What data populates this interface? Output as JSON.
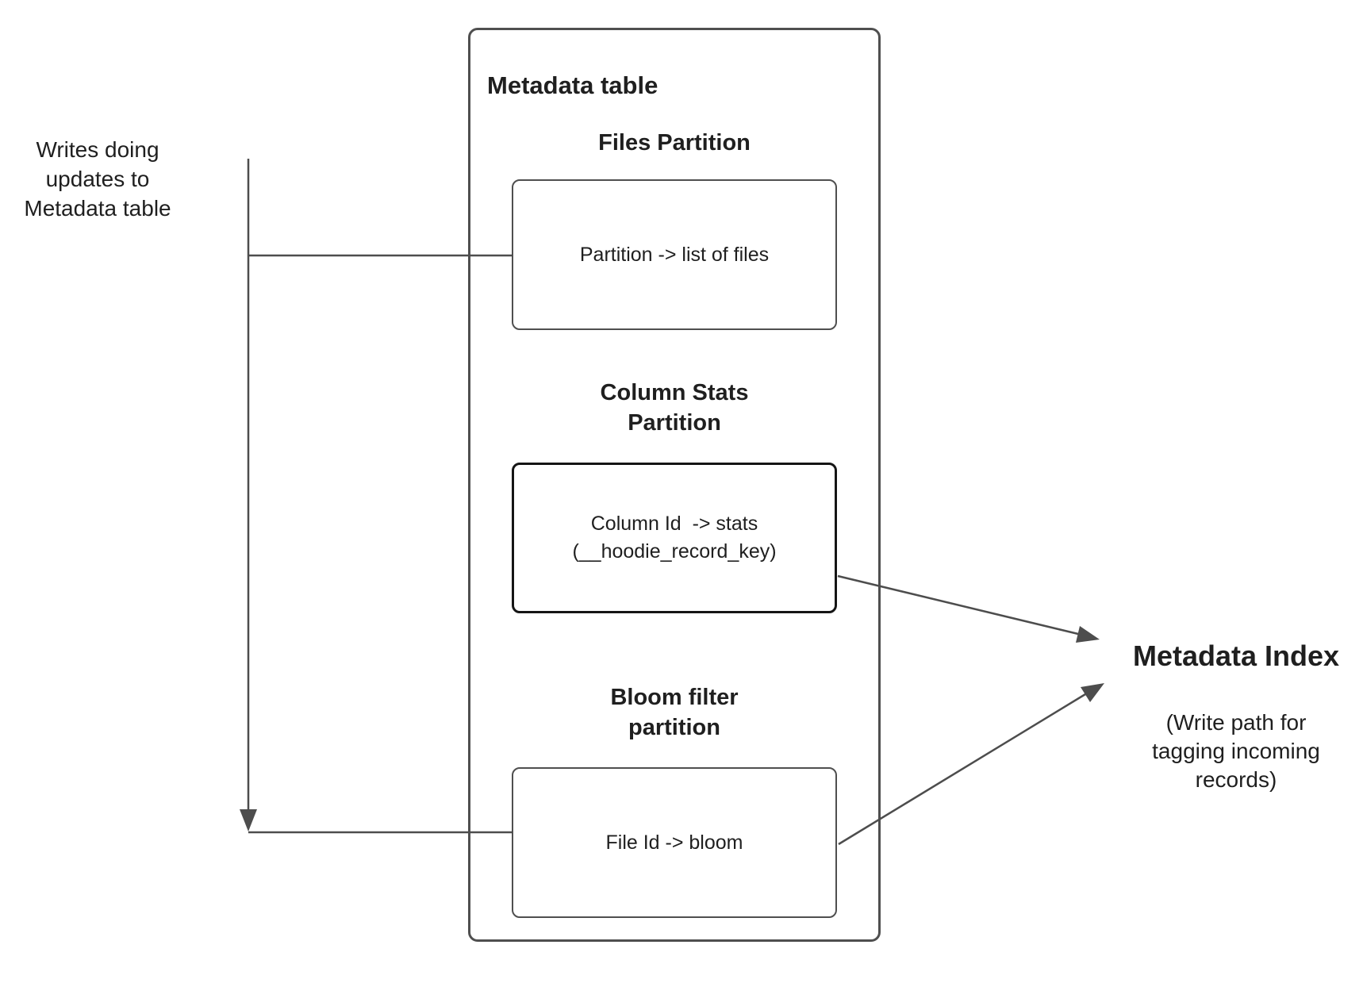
{
  "colors": {
    "line": "#4d4d4d",
    "box_border": "#4f4f4f",
    "stats_box_border": "#151515",
    "text": "#1f1f1f",
    "background": "#ffffff"
  },
  "annotations": {
    "writes_label": "Writes doing\nupdates to\nMetadata table"
  },
  "metadata_table": {
    "title": "Metadata table",
    "partitions": [
      {
        "heading": "Files Partition",
        "content": "Partition -> list of files"
      },
      {
        "heading": "Column Stats\nPartition",
        "content": "Column Id  -> stats\n(__hoodie_record_key)"
      },
      {
        "heading": "Bloom filter\npartition",
        "content": "File Id -> bloom"
      }
    ]
  },
  "metadata_index": {
    "title": "Metadata Index",
    "subtitle": "(Write path for\ntagging incoming\nrecords)"
  }
}
